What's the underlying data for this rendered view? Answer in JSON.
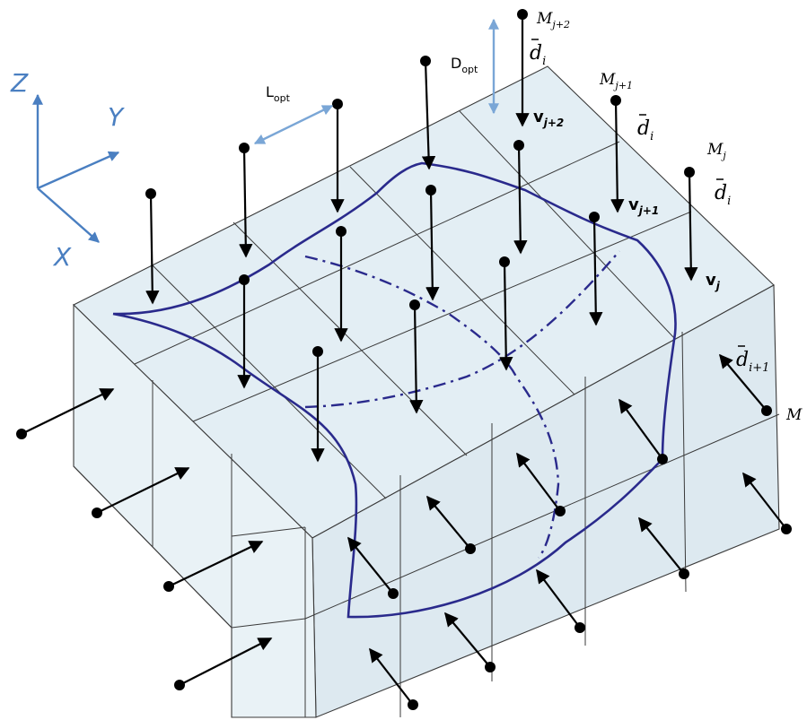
{
  "axes": {
    "z": "Z",
    "y": "Y",
    "x": "X"
  },
  "dimensions": {
    "l_main": "L",
    "l_sub": "opt",
    "d_main": "D",
    "d_sub": "opt"
  },
  "labels": {
    "m_j2_main": "M",
    "m_j2_sub": "j+2",
    "m_j1_main": "M",
    "m_j1_sub": "j+1",
    "m_j_main": "M",
    "m_j_sub": "j",
    "m_edge": "M",
    "d_i": "d",
    "d_i_sub": "i",
    "d_i1_sub": "i+1",
    "v_main": "v",
    "v_j2_sub": "j+2",
    "v_j1_sub": "j+1",
    "v_j_sub": "j"
  },
  "colors": {
    "curve": "#2a2a8c",
    "axis": "#4a7fc1",
    "dimension": "#7aa6d6",
    "face": "#e3eef4"
  }
}
